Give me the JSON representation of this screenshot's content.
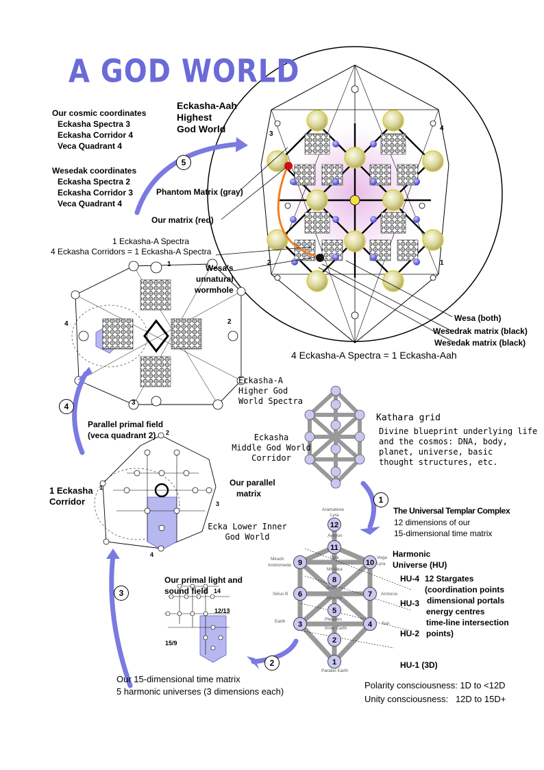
{
  "title": "A GOD WORLD",
  "cosmic": {
    "heading": "Our cosmic coordinates",
    "lines": [
      "Eckasha Spectra 3",
      "Eckasha Corridor 4",
      "Veca Quadrant 4"
    ]
  },
  "wesedak": {
    "heading": "Wesedak coordinates",
    "lines": [
      "Eckasha Spectra 2",
      "Eckasha Corridor 3",
      "Veca Quadrant 4"
    ]
  },
  "aah": {
    "title_lines": [
      "Eckasha-Aah",
      "Highest",
      "God World"
    ],
    "quadrants": [
      "3",
      "4",
      "2",
      "1"
    ],
    "caption": "4 Eckasha-A Spectra = 1 Eckasha-Aah"
  },
  "labels": {
    "phantom": "Phantom Matrix (gray)",
    "our_matrix": "Our matrix (red)",
    "wormhole": [
      "Wesa's",
      "unnatural",
      "wormhole"
    ],
    "wesa": "Wesa (both)",
    "wesedrak": "Wesedrak matrix (black)",
    "wesedak": "Wesedak matrix (black)"
  },
  "spectra": {
    "heading": [
      "1 Eckasha-A Spectra",
      "4 Eckasha Corridors = 1 Eckasha-A Spectra"
    ],
    "numbers": [
      "1",
      "2",
      "3",
      "4"
    ],
    "name": [
      "Eckasha-A",
      "Higher God",
      "World Spectra"
    ]
  },
  "corridor": {
    "parallel_field": [
      "Parallel primal field",
      "(veca quadrant 2)"
    ],
    "name": [
      "Eckasha",
      "Middle God World",
      "Corridor"
    ],
    "left_label": [
      "1 Eckasha",
      "Corridor"
    ],
    "parallel_matrix": [
      "Our parallel",
      "matrix"
    ],
    "inner": [
      "Ecka Lower Inner",
      "God World"
    ],
    "numbers": [
      "2",
      "1",
      "3",
      "4"
    ]
  },
  "primal": {
    "heading": [
      "Our primal light and",
      "sound field"
    ],
    "numbers": [
      "14",
      "12/13",
      "15/9"
    ]
  },
  "matrix15": {
    "lines": [
      "Our 15-dimensional time matrix",
      "5 harmonic universes (3 dimensions each)"
    ]
  },
  "kathara": {
    "title": "Kathara grid",
    "desc": [
      "Divine blueprint underlying life",
      "and the cosmos: DNA, body,",
      "planet, universe, basic",
      "thought structures, etc."
    ]
  },
  "templar": {
    "title": "The Universal Templar Complex",
    "desc": [
      "12 dimensions of our",
      "15-dimensional time matrix"
    ],
    "hu_heading": [
      "Harmonic",
      "Universe (HU)"
    ],
    "hu_levels": [
      "HU-4",
      "HU-3",
      "HU-2",
      "HU-1 (3D)"
    ],
    "stargates": [
      "12 Stargates",
      "(coordination points",
      "dimensional portals",
      "energy centres",
      "time-line intersection",
      "points)"
    ],
    "polarity": "Polarity consciousness: 1D to <12D",
    "unity": "Unity consciousness:   12D to 15D+"
  },
  "tree": {
    "nodes": [
      "12",
      "11",
      "9",
      "10",
      "8",
      "6",
      "7",
      "5",
      "3",
      "4",
      "2",
      "1"
    ],
    "star_names": [
      "Aramatena",
      "Lyra",
      "Aveyon",
      "Lyra",
      "Mirach",
      "Andromeda",
      "Vega",
      "Lyra",
      "Mintaka",
      "Orion",
      "Sirius B",
      "Arcturus",
      "Alcyone",
      "Pleiades",
      "Earth",
      "Sun",
      "Inner Earth",
      "Parallel Earth"
    ]
  },
  "steps": [
    "1",
    "2",
    "3",
    "4",
    "5"
  ],
  "colors": {
    "title": "#6a6ad8",
    "node": "#c8c8f2",
    "accent": "#7a7ae0",
    "gold": "#e0d060",
    "red": "#d01010",
    "orange": "#f08020"
  }
}
